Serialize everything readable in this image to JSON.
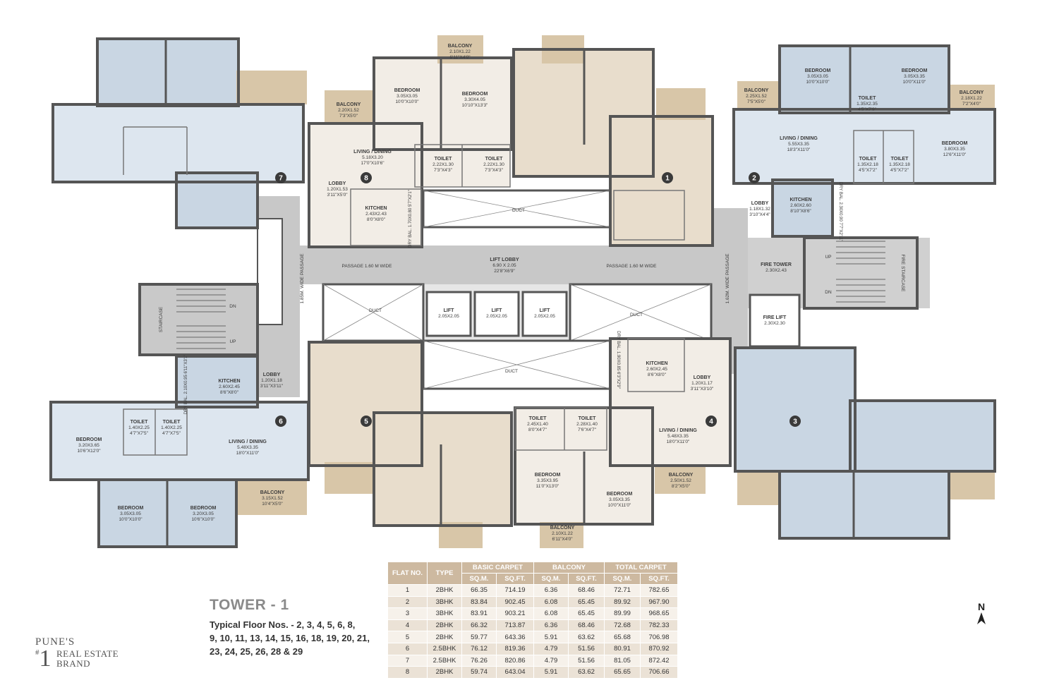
{
  "rooms": [
    {
      "id": "f8-bed1",
      "lines": [
        "BEDROOM",
        "3.05X3.05",
        "10'0\"X10'0\""
      ]
    },
    {
      "id": "f8-bed2",
      "lines": [
        "BEDROOM",
        "3.30X4.05",
        "10'10\"X13'3\""
      ]
    },
    {
      "id": "f8-bal1",
      "lines": [
        "BALCONY",
        "2.10X1.22",
        "6'11\"X4'0\""
      ]
    },
    {
      "id": "f8-bal2",
      "lines": [
        "BALCONY",
        "2.20X1.52",
        "7'3\"X5'0\""
      ]
    },
    {
      "id": "f8-living",
      "lines": [
        "LIVING / DINING",
        "5.18X3.20",
        "17'0\"X10'6\""
      ]
    },
    {
      "id": "f8-toilet1",
      "lines": [
        "TOILET",
        "2.22X1.30",
        "7'3\"X4'3\""
      ]
    },
    {
      "id": "f8-toilet2",
      "lines": [
        "TOILET",
        "2.22X1.30",
        "7'3\"X4'3\""
      ]
    },
    {
      "id": "f8-lobby",
      "lines": [
        "LOBBY",
        "1.20X1.53",
        "3'11\"X5'0\""
      ]
    },
    {
      "id": "f8-kitchen",
      "lines": [
        "KITCHEN",
        "2.43X2.43",
        "8'0\"X8'0\""
      ]
    },
    {
      "id": "f2-bed1",
      "lines": [
        "BEDROOM",
        "3.05X3.05",
        "10'0\"X10'0\""
      ]
    },
    {
      "id": "f2-bed2",
      "lines": [
        "BEDROOM",
        "3.05X3.35",
        "10'0\"X11'0\""
      ]
    },
    {
      "id": "f2-bal1",
      "lines": [
        "BALCONY",
        "2.25X1.52",
        "7'5\"X5'0\""
      ]
    },
    {
      "id": "f2-bal2",
      "lines": [
        "BALCONY",
        "2.18X1.22",
        "7'2\"X4'0\""
      ]
    },
    {
      "id": "f2-toilet1",
      "lines": [
        "TOILET",
        "1.35X2.35",
        "4'5\"X7'9\""
      ]
    },
    {
      "id": "f2-living",
      "lines": [
        "LIVING / DINING",
        "5.55X3.35",
        "18'3\"X11'0\""
      ]
    },
    {
      "id": "f2-bed3",
      "lines": [
        "BEDROOM",
        "3.80X3.35",
        "12'6\"X11'0\""
      ]
    },
    {
      "id": "f2-toilet2",
      "lines": [
        "TOILET",
        "1.35X2.18",
        "4'5\"X7'2\""
      ]
    },
    {
      "id": "f2-toilet3",
      "lines": [
        "TOILET",
        "1.35X2.18",
        "4'5\"X7'2\""
      ]
    },
    {
      "id": "f2-lobby",
      "lines": [
        "LOBBY",
        "1.18X1.32",
        "3'10\"X4'4\""
      ]
    },
    {
      "id": "f2-kitchen",
      "lines": [
        "KITCHEN",
        "2.60X2.60",
        "8'10\"X8'6\""
      ]
    },
    {
      "id": "fire-tower",
      "lines": [
        "FIRE TOWER",
        "2.30X2.43"
      ]
    },
    {
      "id": "fire-lift",
      "lines": [
        "FIRE LIFT",
        "2.30X2.30"
      ]
    },
    {
      "id": "lift-lobby",
      "lines": [
        "LIFT LOBBY",
        "6.90 X 2.05",
        "22'8\"X6'9\""
      ]
    },
    {
      "id": "lift1",
      "lines": [
        "LIFT",
        "2.05X2.05"
      ]
    },
    {
      "id": "lift2",
      "lines": [
        "LIFT",
        "2.05X2.05"
      ]
    },
    {
      "id": "lift3",
      "lines": [
        "LIFT",
        "2.05X2.05"
      ]
    },
    {
      "id": "f6-kitchen",
      "lines": [
        "KITCHEN",
        "2.60X2.45",
        "8'6\"X8'0\""
      ]
    },
    {
      "id": "f6-lobby",
      "lines": [
        "LOBBY",
        "1.20X1.18",
        "3'11\"X3'11\""
      ]
    },
    {
      "id": "f6-toilet1",
      "lines": [
        "TOILET",
        "1.40X2.25",
        "4'7\"X7'5\""
      ]
    },
    {
      "id": "f6-toilet2",
      "lines": [
        "TOILET",
        "1.40X2.25",
        "4'7\"X7'5\""
      ]
    },
    {
      "id": "f6-bed1",
      "lines": [
        "BEDROOM",
        "3.20X3.65",
        "10'6\"X12'0\""
      ]
    },
    {
      "id": "f6-living",
      "lines": [
        "LIVING / DINING",
        "5.48X3.35",
        "18'0\"X11'0\""
      ]
    },
    {
      "id": "f6-bed2",
      "lines": [
        "BEDROOM",
        "3.05X3.05",
        "10'0\"X10'0\""
      ]
    },
    {
      "id": "f6-bed3",
      "lines": [
        "BEDROOM",
        "3.20X3.05",
        "10'6\"X10'0\""
      ]
    },
    {
      "id": "f6-bal",
      "lines": [
        "BALCONY",
        "3.15X1.52",
        "10'4\"X5'0\""
      ]
    },
    {
      "id": "f4-kitchen",
      "lines": [
        "KITCHEN",
        "2.60X2.45",
        "8'6\"X8'0\""
      ]
    },
    {
      "id": "f4-lobby",
      "lines": [
        "LOBBY",
        "1.20X1.17",
        "3'11\"X3'10\""
      ]
    },
    {
      "id": "f4-toilet1",
      "lines": [
        "TOILET",
        "2.45X1.40",
        "8'0\"X4'7\""
      ]
    },
    {
      "id": "f4-toilet2",
      "lines": [
        "TOILET",
        "2.28X1.40",
        "7'6\"X4'7\""
      ]
    },
    {
      "id": "f4-living",
      "lines": [
        "LIVING / DINING",
        "5.48X3.35",
        "18'0\"X11'0\""
      ]
    },
    {
      "id": "f4-bed1",
      "lines": [
        "BEDROOM",
        "3.35X3.95",
        "11'0\"X13'0\""
      ]
    },
    {
      "id": "f4-bed2",
      "lines": [
        "BEDROOM",
        "3.05X3.35",
        "10'0\"X11'0\""
      ]
    },
    {
      "id": "f4-bal1",
      "lines": [
        "BALCONY",
        "2.50X1.52",
        "8'2\"X5'0\""
      ]
    },
    {
      "id": "f4-bal2",
      "lines": [
        "BALCONY",
        "2.10X1.22",
        "6'11\"X4'0\""
      ]
    }
  ],
  "labels": {
    "duct": "DUCT",
    "passage_left": "PASSAGE 1.60 M WIDE",
    "passage_right": "PASSAGE 1.60 M WIDE",
    "vpassage_left": "1.85M. WIDE PASSAGE",
    "vpassage_right": "1.62M. WIDE PASSAGE",
    "staircase": "STAIRCASE",
    "fire_staircase": "FIRE STAIRCASE",
    "dn": "DN",
    "up": "UP",
    "dry_bal_8": "DRY BAL. 1.70X0.80 5'7\"X2'1\"",
    "dry_bal_2": "DRY BAL. 2.30X0.90 7'7\"X2'11\"",
    "dry_bal_6": "DRY BAL. 2.10X0.95 6'11\"X3'1\"",
    "dry_bal_4": "DRY BAL. 1.90X0.85 6'3\"X2'9\""
  },
  "flats": [
    "1",
    "2",
    "3",
    "4",
    "5",
    "6",
    "7",
    "8"
  ],
  "table": {
    "headers": {
      "flat": "FLAT NO.",
      "type": "TYPE",
      "basic": "BASIC CARPET",
      "balcony": "BALCONY",
      "total": "TOTAL CARPET",
      "sqm": "SQ.M.",
      "sqft": "SQ.FT."
    },
    "rows": [
      [
        "1",
        "2BHK",
        "66.35",
        "714.19",
        "6.36",
        "68.46",
        "72.71",
        "782.65"
      ],
      [
        "2",
        "3BHK",
        "83.84",
        "902.45",
        "6.08",
        "65.45",
        "89.92",
        "967.90"
      ],
      [
        "3",
        "3BHK",
        "83.91",
        "903.21",
        "6.08",
        "65.45",
        "89.99",
        "968.65"
      ],
      [
        "4",
        "2BHK",
        "66.32",
        "713.87",
        "6.36",
        "68.46",
        "72.68",
        "782.33"
      ],
      [
        "5",
        "2BHK",
        "59.77",
        "643.36",
        "5.91",
        "63.62",
        "65.68",
        "706.98"
      ],
      [
        "6",
        "2.5BHK",
        "76.12",
        "819.36",
        "4.79",
        "51.56",
        "80.91",
        "870.92"
      ],
      [
        "7",
        "2.5BHK",
        "76.26",
        "820.86",
        "4.79",
        "51.56",
        "81.05",
        "872.42"
      ],
      [
        "8",
        "2BHK",
        "59.74",
        "643.04",
        "5.91",
        "63.62",
        "65.65",
        "706.66"
      ]
    ]
  },
  "tower": {
    "title": "TOWER - 1",
    "floors_lines": [
      "Typical Floor Nos. - 2, 3, 4, 5, 6, 8,",
      "9, 10, 11, 13, 14, 15, 16, 18, 19, 20, 21,",
      "23, 24, 25, 26, 28 & 29"
    ]
  },
  "brand": {
    "line1": "PUNE'S",
    "hash": "#",
    "one": "1",
    "line2": "REAL ESTATE",
    "line3": "BRAND"
  },
  "north": "N",
  "colors": {
    "blue_room": "#c9d6e3",
    "blue_light": "#dde6ef",
    "beige_room": "#e8ddcc",
    "beige_light": "#f2ede6",
    "balcony": "#d8c6a8",
    "circulation": "#c8c8c8",
    "wall": "#555555"
  }
}
